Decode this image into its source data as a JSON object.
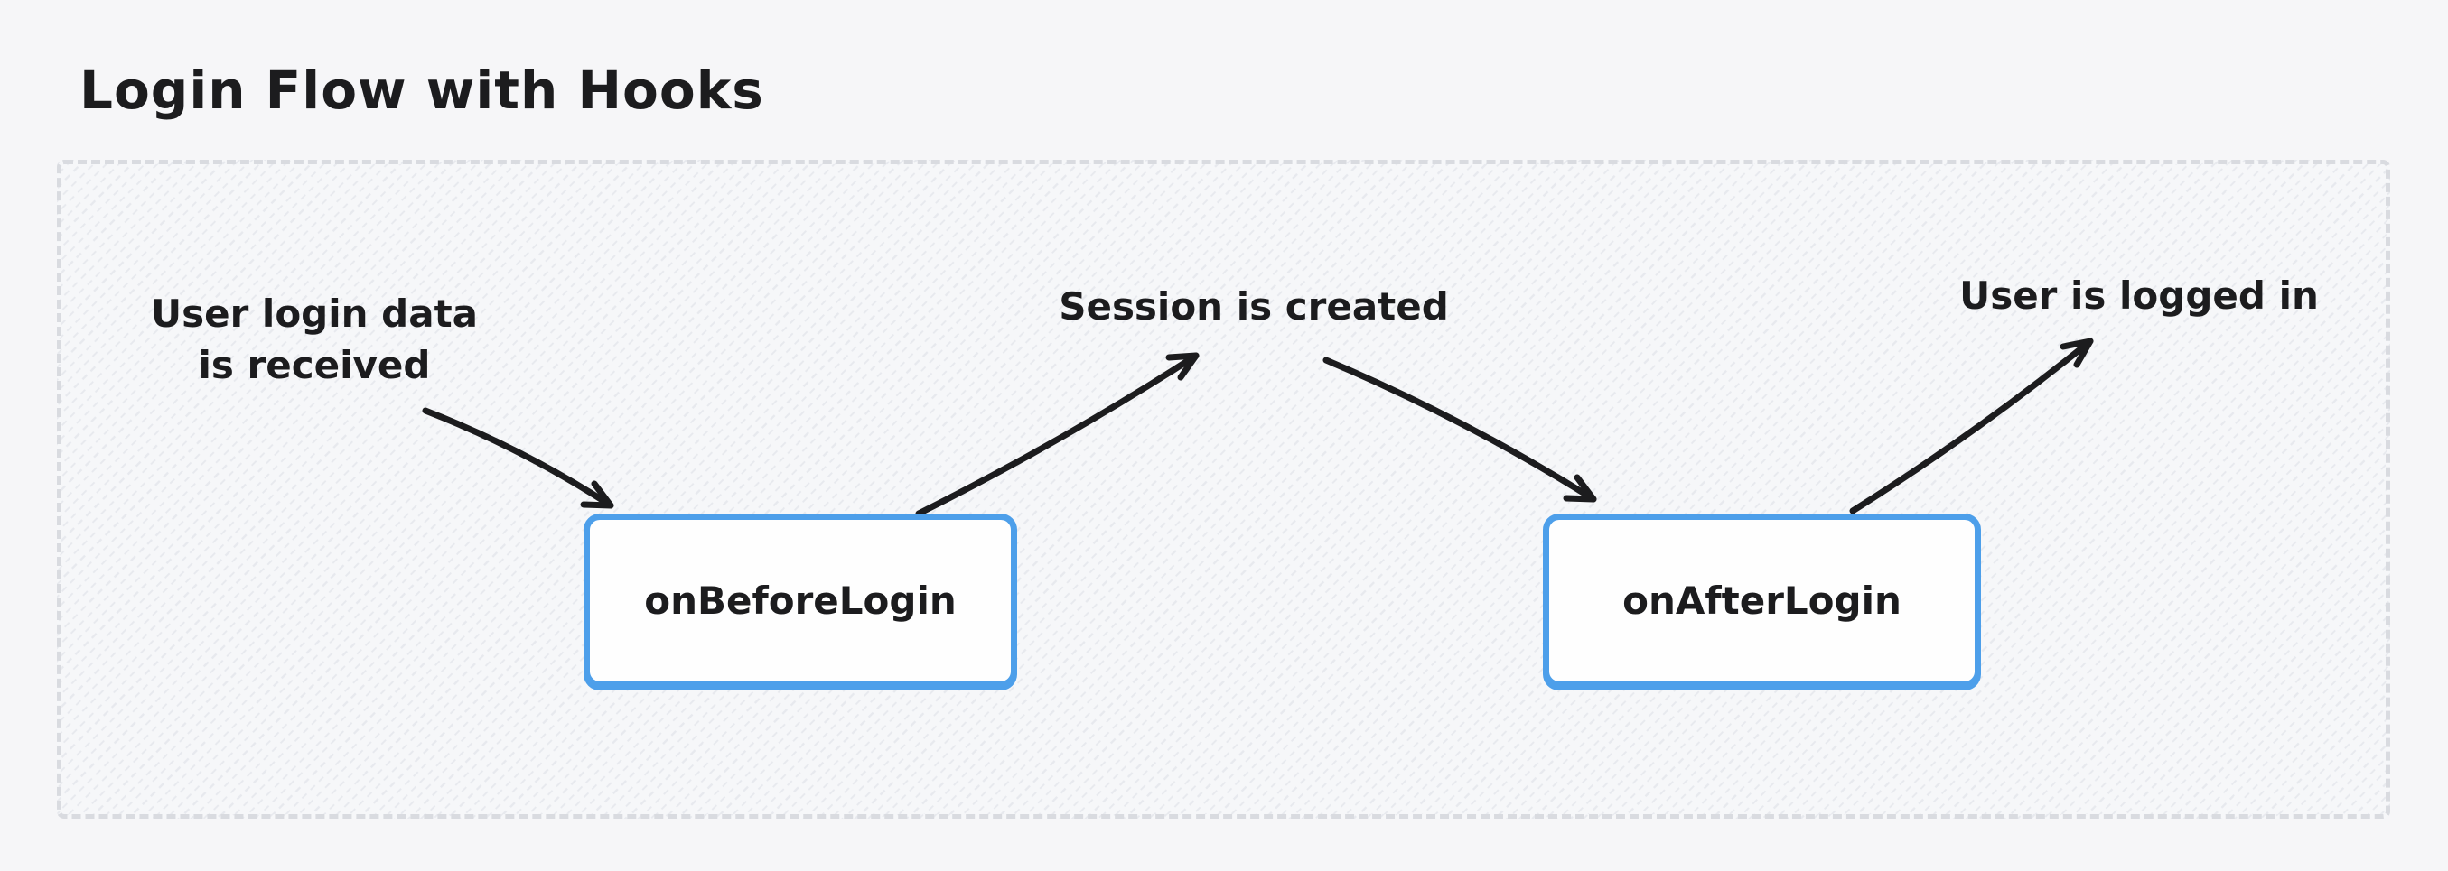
{
  "title": "Login Flow with Hooks",
  "flow": {
    "annotations": {
      "input": "User login data\nis received",
      "session": "Session is created",
      "result": "User is logged in"
    },
    "nodes": {
      "before": {
        "label": "onBeforeLogin"
      },
      "after": {
        "label": "onAfterLogin"
      }
    },
    "edges": [
      {
        "from": "input-annotation",
        "to": "onBeforeLogin-node"
      },
      {
        "from": "onBeforeLogin-node",
        "to": "session-annotation"
      },
      {
        "from": "session-annotation",
        "to": "onAfterLogin-node"
      },
      {
        "from": "onAfterLogin-node",
        "to": "result-annotation"
      }
    ]
  },
  "colors": {
    "page_bg": "#f6f6f8",
    "frame_border": "#d9dbe0",
    "hatch_bg": "#f6f7f9",
    "hatch_line": "#e7e9ee",
    "node_border": "#4d9fea",
    "node_fill": "#fefefe",
    "ink": "#1c1c1e"
  }
}
